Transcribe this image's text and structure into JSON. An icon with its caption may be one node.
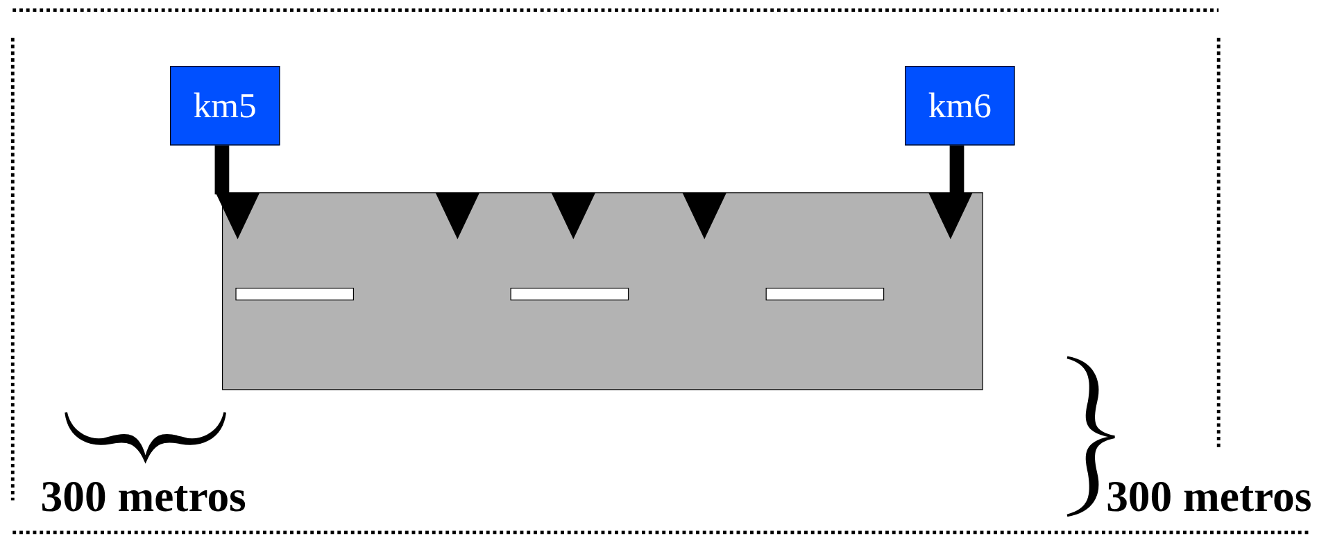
{
  "diagram": {
    "nodes": [
      {
        "text": [
          "km5"
        ]
      },
      {
        "text": [
          "km6"
        ]
      }
    ],
    "labels": [
      "300 metros",
      "300 metros"
    ]
  }
}
